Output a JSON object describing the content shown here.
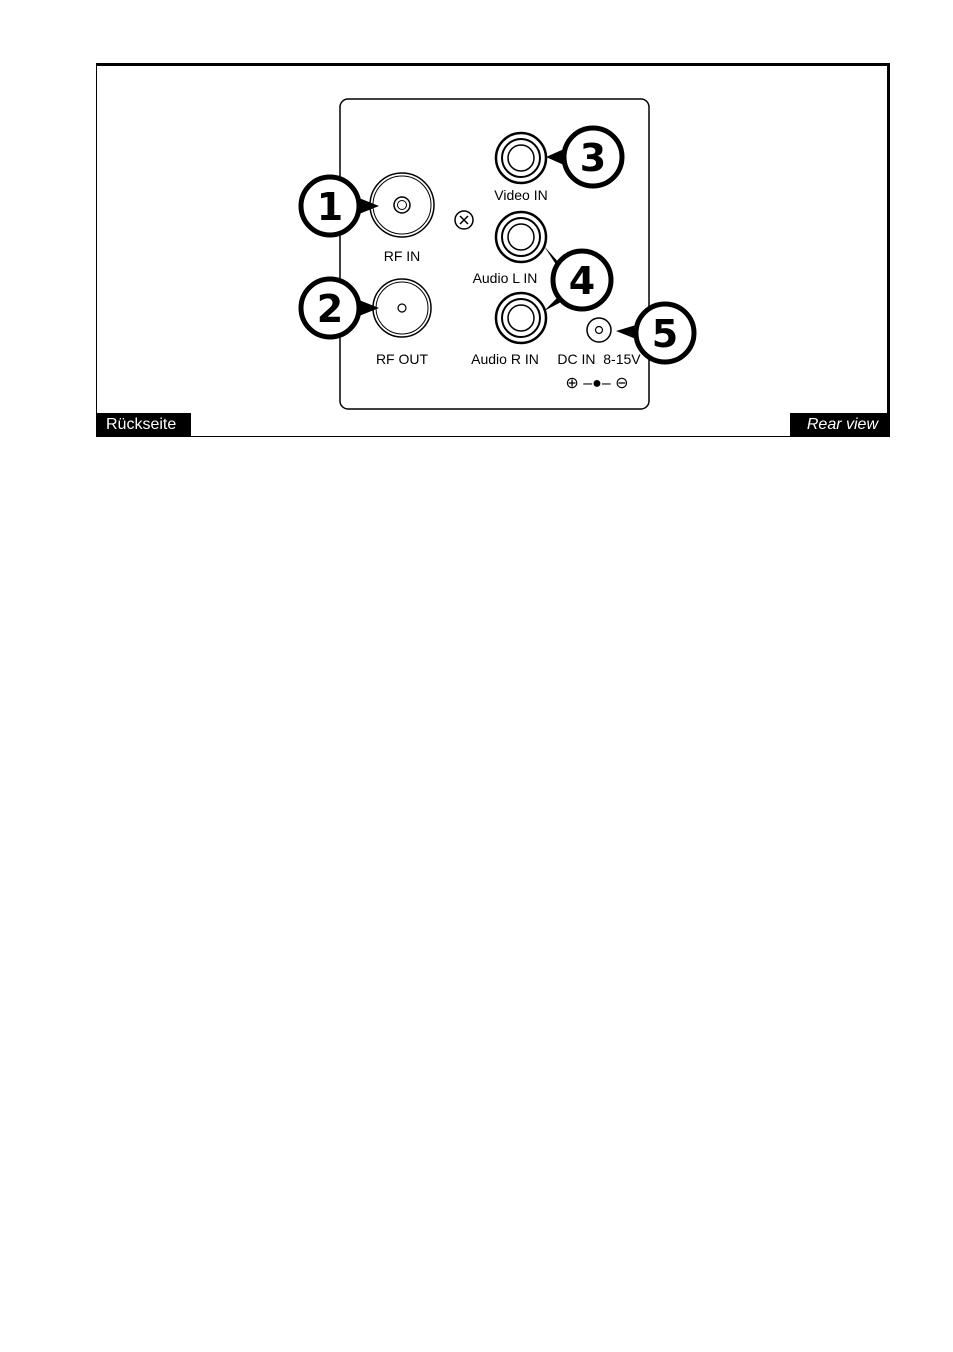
{
  "figure": {
    "caption_left": "Rückseite",
    "caption_right": "Rear view"
  },
  "connectors": [
    {
      "number": "1",
      "label": "RF IN"
    },
    {
      "number": "2",
      "label": "RF OUT"
    },
    {
      "number": "3",
      "label": "Video IN"
    },
    {
      "number": "4",
      "label": "Audio L IN"
    },
    {
      "number": "4",
      "label": "Audio R IN"
    },
    {
      "number": "5",
      "label": "DC IN  8-15V"
    }
  ],
  "polarity_symbol": "⊕ –●– ⊖",
  "colors": {
    "ink": "#000000",
    "paper": "#ffffff"
  }
}
